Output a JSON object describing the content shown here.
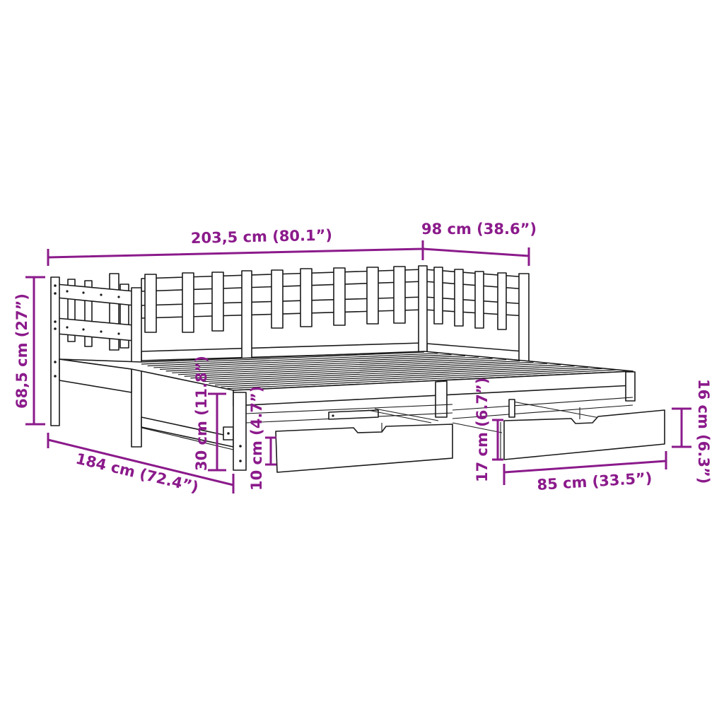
{
  "diagram": {
    "subject": "Daybed with trundle and two drawers - dimension drawing",
    "accent_color": "#8b1a8b",
    "line_color": "#1a1a1a",
    "background_color": "#ffffff",
    "dimensions": {
      "overall_length": "203,5 cm (80.1”)",
      "overall_width": "98 cm (38.6”)",
      "overall_height": "68,5 cm (27”)",
      "trundle_length": "184 cm (72.4”)",
      "trundle_height": "30 cm (11.8”)",
      "floor_clearance": "10 cm (4.7”)",
      "drawer_front_height": "17 cm (6.7”)",
      "drawer_length": "85 cm (33.5”)",
      "drawer_height": "16 cm (6.3”)"
    }
  }
}
